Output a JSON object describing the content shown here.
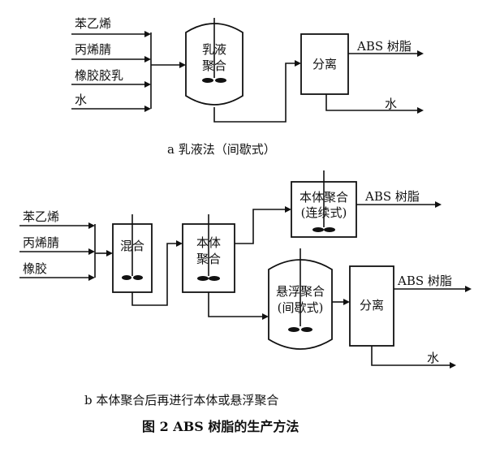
{
  "diagram_a": {
    "inputs": [
      "苯乙烯",
      "丙烯腈",
      "橡胶胶乳",
      "水"
    ],
    "reactor": {
      "line1": "乳液",
      "line2": "聚合"
    },
    "separator": "分离",
    "product": "ABS 树脂",
    "byproduct": "水",
    "caption": "a  乳液法（间歇式）"
  },
  "diagram_b": {
    "inputs": [
      "苯乙烯",
      "丙烯腈",
      "橡胶"
    ],
    "mixer": "混合",
    "bulk": {
      "line1": "本体",
      "line2": "聚合"
    },
    "continuous": {
      "line1": "本体聚合",
      "line2": "(连续式)"
    },
    "suspension": {
      "line1": "悬浮聚合",
      "line2": "(间歇式)"
    },
    "separator": "分离",
    "product_top": "ABS 树脂",
    "product_bottom": "ABS 树脂",
    "byproduct": "水",
    "caption": "b  本体聚合后再进行本体或悬浮聚合"
  },
  "figure_title": "图 2   ABS 树脂的生产方法"
}
